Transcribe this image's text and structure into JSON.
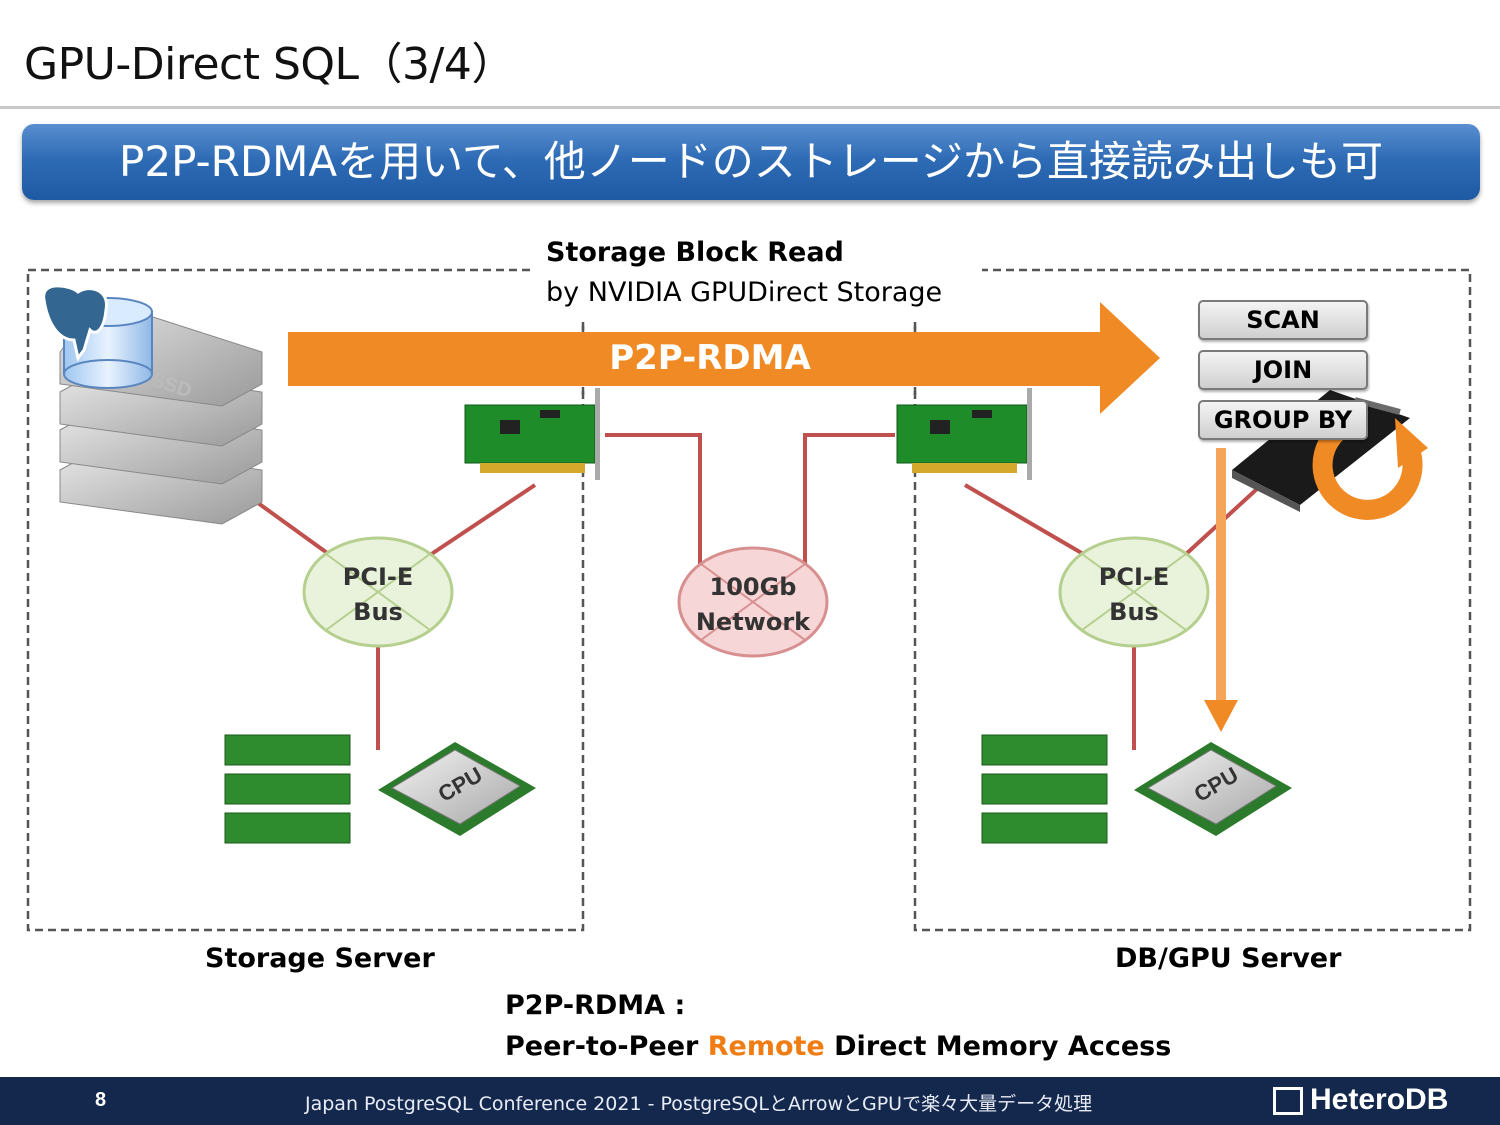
{
  "title": "GPU-Direct SQL（3/4）",
  "banner": "P2P-RDMAを用いて、他ノードのストレージから直接読み出しも可",
  "diagram": {
    "storage_block_read": "Storage Block Read",
    "by_nvidia": "by NVIDIA GPUDirect Storage",
    "arrow_label": "P2P-RDMA",
    "buttons": [
      "SCAN",
      "JOIN",
      "GROUP BY"
    ],
    "left_bus": [
      "PCI-E",
      "Bus"
    ],
    "right_bus": [
      "PCI-E",
      "Bus"
    ],
    "network": [
      "100Gb",
      "Network"
    ],
    "ssd_label": "SSD",
    "cpu_label": "CPU",
    "storage_server": "Storage Server",
    "db_gpu_server": "DB/GPU Server"
  },
  "definition": {
    "line1": "P2P-RDMA :",
    "line2_part1": "Peer-to-Peer ",
    "line2_highlight": "Remote",
    "line2_part2": " Direct Memory Access"
  },
  "footer": {
    "page": "8",
    "conference": "Japan PostgreSQL Conference 2021 - PostgreSQLとArrowとGPUで楽々大量データ処理",
    "logo": "HeteroDB"
  },
  "colors": {
    "banner": "#2f6cb6",
    "arrow": "#f08a24",
    "bus_fill": "#e9f2da",
    "bus_stroke": "#b5cf8f",
    "network_fill": "#f6d6d6",
    "network_stroke": "#d88f8f",
    "link": "#c0504d",
    "footer": "#14284e",
    "highlight": "#f07c14"
  }
}
